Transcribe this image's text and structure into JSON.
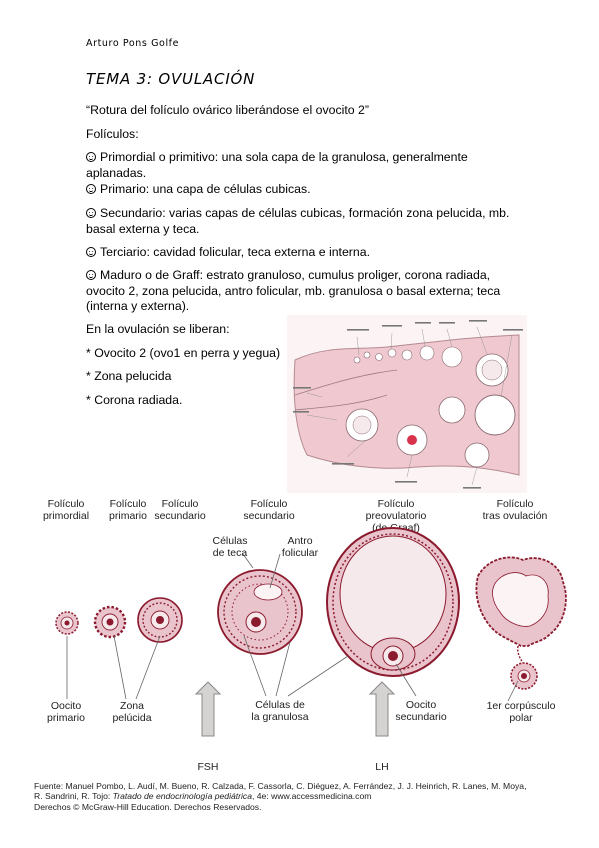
{
  "header": {
    "author": "Arturo Pons Golfe"
  },
  "doc": {
    "title": "TEMA 3: OVULACIÓN",
    "definition": "“Rotura del folículo ovárico liberándose el ovocito 2”",
    "folliculos_heading": "Folículos:",
    "items": [
      "Primordial o primitivo: una sola capa de la granulosa, generalmente aplanadas.",
      "Primario: una capa de células cubicas.",
      "Secundario: varias capas de células cubicas, formación zona pelucida, mb. basal externa y teca.",
      "Terciario: cavidad folicular, teca externa e interna.",
      "Maduro o de Graff: estrato granuloso, cumulus proliger, corona radiada, ovocito 2, zona pelucida, antro folicular, mb. granulosa o basal externa; teca (interna y externa)."
    ],
    "release_heading": "En la ovulación se liberan:",
    "released": [
      "* Ovocito 2 (ovo1 en perra y yegua)",
      "* Zona pelucida",
      "* Corona radiada."
    ]
  },
  "figure2": {
    "top_labels": [
      [
        "Folículo",
        "primordial"
      ],
      [
        "Folículo",
        "primario"
      ],
      [
        "Folículo",
        "secundario"
      ],
      [
        "Folículo",
        "secundario"
      ],
      [
        "Folículo",
        "preovulatorio",
        "(de Graaf)"
      ],
      [
        "Folículo",
        "tras ovulación"
      ]
    ],
    "celulas_teca": [
      "Células",
      "de teca"
    ],
    "antro": [
      "Antro",
      "folicular"
    ],
    "bottom_labels": {
      "oocito": [
        "Oocito",
        "primario"
      ],
      "zona": [
        "Zona",
        "pelúcida"
      ],
      "granulosa": [
        "Células de",
        "la granulosa"
      ],
      "oocito2": [
        "Oocito",
        "secundario"
      ],
      "corpusculo": [
        "1er corpúsculo",
        "polar"
      ]
    },
    "hormones": [
      "FSH",
      "LH"
    ]
  },
  "source": {
    "line1": "Fuente: Manuel Pombo, L. Audí, M. Bueno, R. Calzada, F. Cassorla, C. Diéguez, A. Ferrández, J. J. Heinrich, R. Lanes, M. Moya,",
    "line2_prefix": "R. Sandrini, R. Tojo: ",
    "line2_book": "Tratado de endocrinología pediátrica",
    "line2_suffix": ", 4e: www.accessmedicina.com",
    "line3": "Derechos © McGraw-Hill Education. Derechos Reservados."
  },
  "colors": {
    "stain": "#8b1a2e",
    "cell_pink": "#e9c4cc",
    "antrum": "#f6e9ec",
    "ovary_pink": "#efc9cf"
  }
}
